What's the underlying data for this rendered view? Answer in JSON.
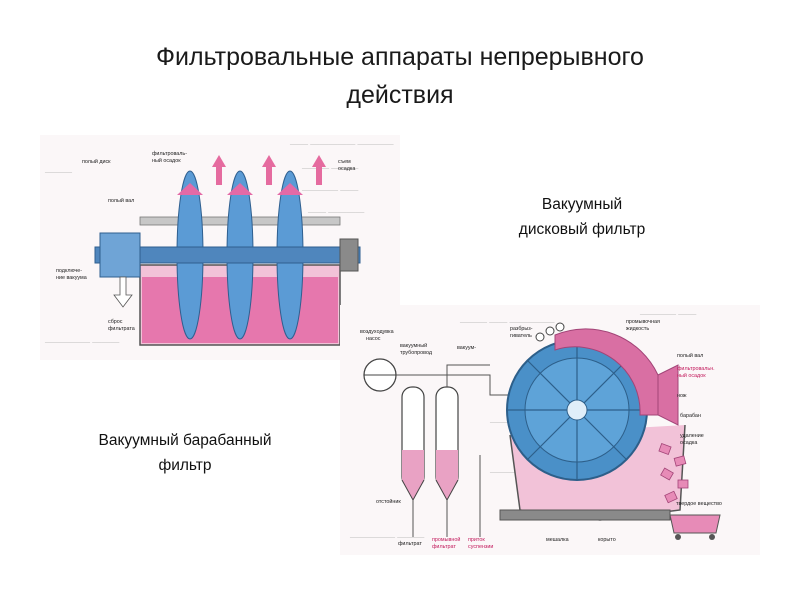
{
  "slide": {
    "title_line1": "Фильтровальные аппараты непрерывного",
    "title_line2": "действия",
    "caption_disc_line1": "Вакуумный",
    "caption_disc_line2": "дисковый фильтр",
    "caption_drum_line1": "Вакуумный барабанный",
    "caption_drum_line2": "фильтр"
  },
  "disc_filter": {
    "labels": {
      "hollow_disc": "полый диск",
      "filter_cake_1": "фильтроваль-",
      "filter_cake_2": "ный осадок",
      "cake_removal_1": "съем",
      "cake_removal_2": "осадка",
      "hollow_shaft": "полый вал",
      "vacuum_1": "подключе-",
      "vacuum_2": "ние вакуума",
      "filtrate_1": "сброс",
      "filtrate_2": "фильтрата"
    },
    "colors": {
      "disc": "#5b9bd5",
      "slurry": "#e46aa6",
      "frame": "#6b6b6b"
    }
  },
  "drum_filter": {
    "labels": {
      "air_pump_1": "воздуходувка",
      "air_pump_2": "насос",
      "vacuum_pipe_1": "вакуумный",
      "vacuum_pipe_2": "трубопровод",
      "receivers": "вакуум-",
      "distributor_1": "разбрыз-",
      "distributor_2": "гиватель",
      "wash_liquid_1": "промывочная",
      "wash_liquid_2": "жидкость",
      "hollow_shaft": "полый вал",
      "cake_1": "фильтровальн.",
      "cake_2": "ный осадок",
      "knife": "нож",
      "drum": "барабан",
      "cake_removal_1": "удаление",
      "cake_removal_2": "осадка",
      "cake_bin": "твердое вещество",
      "settler": "отстойник",
      "filtrate": "фильтрат",
      "wash_filtrate_1": "промывной",
      "wash_filtrate_2": "фильтрат",
      "suspension_1": "приток",
      "suspension_2": "суспензии",
      "agitator": "мешалка",
      "trough": "корыто"
    },
    "colors": {
      "drum": "#4a90c8",
      "cake": "#d96fa3",
      "liquid": "#e9a2c4",
      "metal": "#555555"
    }
  }
}
